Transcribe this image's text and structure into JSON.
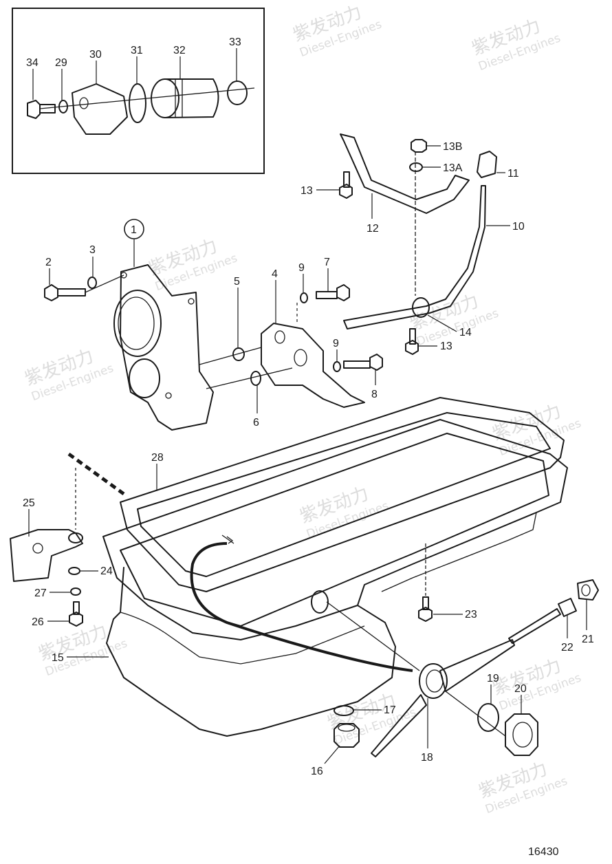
{
  "drawing_number": "16430",
  "watermark": {
    "cn": "紫发动力",
    "en": "Diesel-Engines"
  },
  "callouts": [
    "1",
    "2",
    "3",
    "4",
    "5",
    "6",
    "7",
    "8",
    "9",
    "10",
    "11",
    "12",
    "13",
    "13A",
    "13B",
    "14",
    "15",
    "16",
    "17",
    "18",
    "19",
    "20",
    "21",
    "22",
    "23",
    "24",
    "25",
    "26",
    "27",
    "28",
    "29",
    "30",
    "31",
    "32",
    "33",
    "34"
  ]
}
